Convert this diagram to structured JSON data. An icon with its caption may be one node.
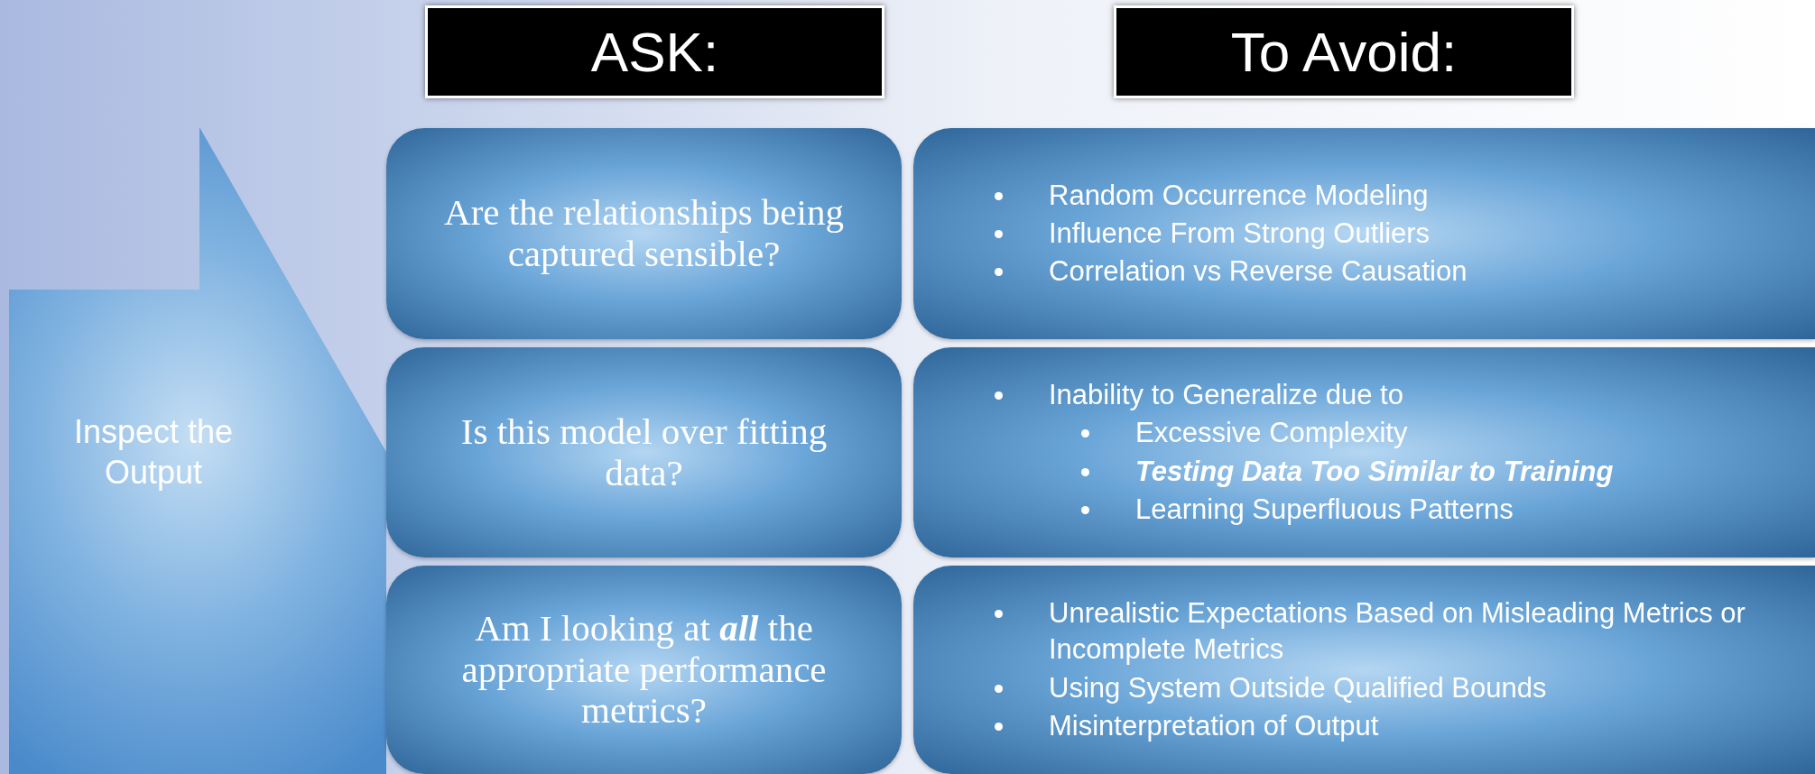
{
  "diagram": {
    "nodes": [
      {
        "text": [
          "Inspect the Output"
        ]
      },
      {
        "text": [
          "ASK:"
        ]
      },
      {
        "text": [
          "To Avoid:"
        ]
      },
      {
        "text": [
          "Are the relationships being captured sensible?"
        ]
      },
      {
        "text": [
          "Random Occurrence Modeling",
          "Influence From Strong Outliers",
          "Correlation vs Reverse Causation"
        ]
      },
      {
        "text": [
          "Is this model over fitting data?"
        ]
      },
      {
        "text": [
          "Inability to Generalize due to",
          "Excessive Complexity",
          "Testing Data Too Similar to Training",
          "Learning Superfluous Patterns"
        ]
      },
      {
        "text": [
          "Am I looking at **all** the appropriate performance metrics?"
        ]
      },
      {
        "text": [
          "Unrealistic Expectations Based on Misleading Metrics or Incomplete Metrics",
          "Using System Outside Qualified Bounds",
          "Misinterpretation of Output"
        ]
      }
    ]
  }
}
